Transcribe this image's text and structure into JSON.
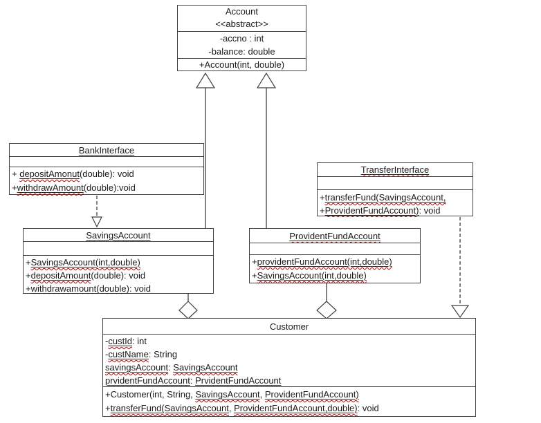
{
  "colors": {
    "box_border": "#3f3f3f",
    "text": "#1a1a1a",
    "spell_check_underline": "#c00000",
    "background": "#ffffff"
  },
  "classes": {
    "account": {
      "name": "Account",
      "stereotype": "<<abstract>>",
      "title_lines": [
        [
          {
            "t": "Account",
            "s": ""
          }
        ],
        [
          {
            "t": "<<abstract>>",
            "s": ""
          }
        ]
      ],
      "attributes": [
        [
          {
            "t": "-accno : int",
            "s": ""
          }
        ],
        [
          {
            "t": "-balance: double",
            "s": ""
          }
        ]
      ],
      "methods": [
        [
          {
            "t": "+Account(int, double)",
            "s": ""
          }
        ]
      ]
    },
    "bank": {
      "name": "BankInterface",
      "title_lines": [
        [
          {
            "t": "BankInterface",
            "s": "uw"
          }
        ]
      ],
      "attributes": [],
      "methods": [
        [
          {
            "t": "+ ",
            "s": ""
          },
          {
            "t": "depositAmonut",
            "s": "uw"
          },
          {
            "t": "(double): void",
            "s": ""
          }
        ],
        [
          {
            "t": "+",
            "s": ""
          },
          {
            "t": "withdrawAmount",
            "s": "uw"
          },
          {
            "t": "(double):void",
            "s": ""
          }
        ]
      ]
    },
    "transfer": {
      "name": "TransferInterface",
      "title_lines": [
        [
          {
            "t": "TransferInterface",
            "s": "uw"
          }
        ]
      ],
      "attributes": [],
      "methods": [
        [
          {
            "t": "+",
            "s": ""
          },
          {
            "t": "transferFund(SavingsAccount,",
            "s": "uw"
          }
        ],
        [
          {
            "t": "+",
            "s": ""
          },
          {
            "t": "ProvidentFundAccount)",
            "s": "uw"
          },
          {
            "t": ": void",
            "s": ""
          }
        ]
      ]
    },
    "savings": {
      "name": "SavingsAccount",
      "title_lines": [
        [
          {
            "t": "SavingsAccount",
            "s": "uw"
          }
        ]
      ],
      "attributes": [],
      "methods": [
        [
          {
            "t": "+",
            "s": ""
          },
          {
            "t": "SavingsAccount(int,double)",
            "s": "uw"
          }
        ],
        [
          {
            "t": "+",
            "s": ""
          },
          {
            "t": "depositAmount",
            "s": "uw"
          },
          {
            "t": "(double): void",
            "s": ""
          }
        ],
        [
          {
            "t": "+",
            "s": ""
          },
          {
            "t": "withdrawamount(double)",
            "s": "uw"
          },
          {
            "t": ": void",
            "s": ""
          }
        ]
      ]
    },
    "provident": {
      "name": "ProvidentFundAccount",
      "title_lines": [
        [
          {
            "t": "ProvidentFundAccount",
            "s": "uw"
          }
        ]
      ],
      "attributes": [],
      "methods": [
        [
          {
            "t": "+",
            "s": ""
          },
          {
            "t": "providentFundAccount(int,double)",
            "s": "uw"
          }
        ],
        [
          {
            "t": "+",
            "s": ""
          },
          {
            "t": "SavingsAccount(int,double)",
            "s": "uw"
          }
        ]
      ]
    },
    "customer": {
      "name": "Customer",
      "title_lines": [
        [
          {
            "t": "Customer",
            "s": ""
          }
        ]
      ],
      "attributes": [
        [
          {
            "t": "-",
            "s": ""
          },
          {
            "t": "custId",
            "s": "uw"
          },
          {
            "t": ": int",
            "s": ""
          }
        ],
        [
          {
            "t": "-",
            "s": ""
          },
          {
            "t": "custName",
            "s": "uw"
          },
          {
            "t": ": String",
            "s": ""
          }
        ],
        [
          {
            "t": "savingsAccount",
            "s": "uw"
          },
          {
            "t": ": ",
            "s": ""
          },
          {
            "t": "SavingsAccount",
            "s": "uw"
          }
        ],
        [
          {
            "t": "prvidentFundAccount",
            "s": "uw"
          },
          {
            "t": ": ",
            "s": ""
          },
          {
            "t": "PrvidentFundAccount",
            "s": "uw"
          }
        ]
      ],
      "methods": [
        [
          {
            "t": "+Customer(int, String, ",
            "s": ""
          },
          {
            "t": "SavingsAccount",
            "s": "uw"
          },
          {
            "t": ", ",
            "s": ""
          },
          {
            "t": "ProvidentFundAccount)",
            "s": "uw"
          }
        ],
        [
          {
            "t": "+",
            "s": ""
          },
          {
            "t": "transferFund(SavingsAccount",
            "s": "uw"
          },
          {
            "t": ", ",
            "s": ""
          },
          {
            "t": "ProvidentFundAccount,double)",
            "s": "uw"
          },
          {
            "t": ": void",
            "s": ""
          }
        ]
      ]
    }
  },
  "relationships": [
    {
      "type": "generalization",
      "from": "SavingsAccount",
      "to": "Account",
      "line": "solid",
      "arrowhead": "hollow-triangle"
    },
    {
      "type": "generalization",
      "from": "ProvidentFundAccount",
      "to": "Account",
      "line": "solid",
      "arrowhead": "hollow-triangle"
    },
    {
      "type": "realization-dependency",
      "from": "BankInterface",
      "to": "SavingsAccount",
      "line": "dashed",
      "arrowhead": "hollow-triangle"
    },
    {
      "type": "realization-dependency",
      "from": "TransferInterface",
      "to": "Customer",
      "line": "dashed",
      "arrowhead": "hollow-triangle"
    },
    {
      "type": "aggregation",
      "from": "SavingsAccount",
      "to": "Customer",
      "line": "solid",
      "arrowhead": "hollow-diamond"
    },
    {
      "type": "aggregation",
      "from": "ProvidentFundAccount",
      "to": "Customer",
      "line": "solid",
      "arrowhead": "hollow-diamond"
    }
  ]
}
